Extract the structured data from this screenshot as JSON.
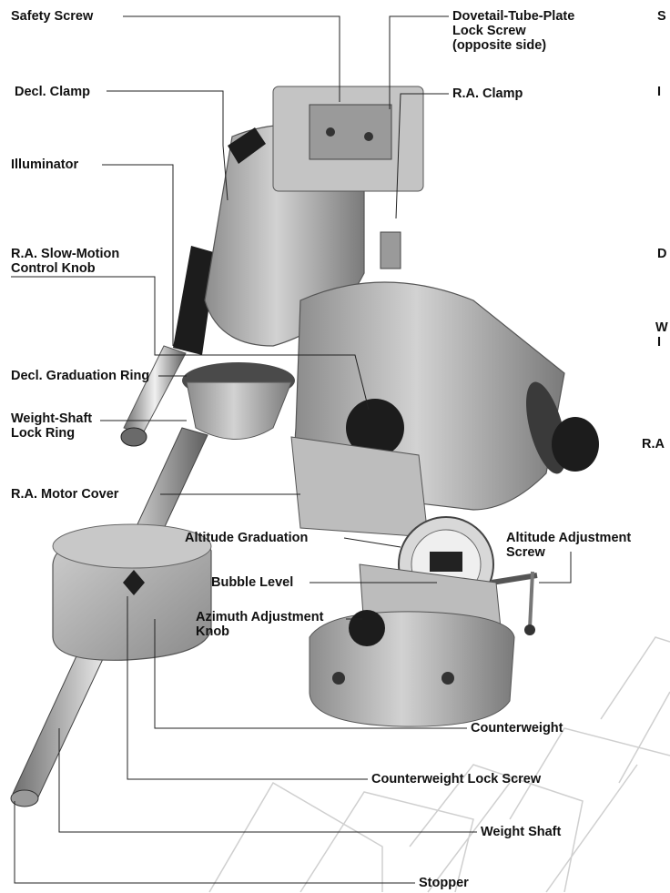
{
  "labels": {
    "safety_screw": "Safety Screw",
    "dovetail_lock": "Dovetail-Tube-Plate\nLock Screw\n(opposite side)",
    "decl_clamp": "Decl. Clamp",
    "ra_clamp": "R.A. Clamp",
    "illuminator": "Illuminator",
    "ra_slow_motion": "R.A. Slow-Motion\nControl Knob",
    "decl_graduation_ring": "Decl. Graduation Ring",
    "weight_shaft_lock_ring": "Weight-Shaft\nLock Ring",
    "ra_motor_cover": "R.A. Motor Cover",
    "altitude_graduation": "Altitude Graduation",
    "altitude_adjustment": "Altitude Adjustment\nScrew",
    "bubble_level": "Bubble Level",
    "azimuth_adjustment": "Azimuth Adjustment\nKnob",
    "counterweight": "Counterweight",
    "counterweight_lock_screw": "Counterweight Lock Screw",
    "weight_shaft": "Weight Shaft",
    "stopper": "Stopper"
  },
  "cutoff_labels": {
    "s_top": "S",
    "l_upper": "I",
    "d_mid": "D",
    "w_mid": "W",
    "l_mid": "I",
    "ra_cut": "R.A"
  },
  "colors": {
    "text": "#111111",
    "leader": "#222222",
    "metal": "#b9b9b9",
    "metal_dark": "#7d7d7d",
    "knob": "#1c1c1c",
    "chrome": "#d9d9d9",
    "watermark": "#cfcfcf"
  }
}
